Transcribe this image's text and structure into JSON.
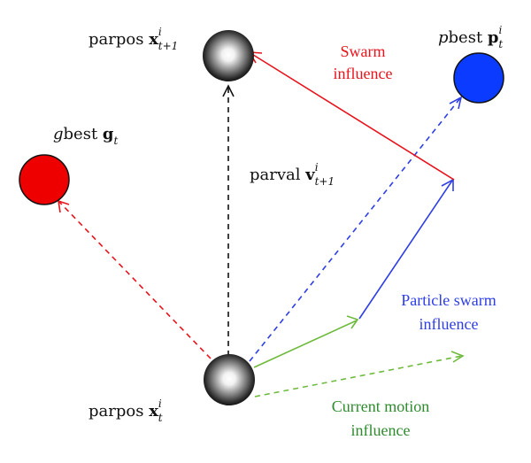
{
  "colors": {
    "black": "#111111",
    "red": "#e8131b",
    "blue": "#2e3ee6",
    "green": "#6dba3c",
    "green_text": "#2e8b2e",
    "gbest_fill": "#ee0000",
    "pbest_fill": "#0a3bff"
  },
  "labels": {
    "parpos_next": {
      "prefix": "parpos ",
      "vec": "x",
      "sup": "i",
      "sub": "t+1"
    },
    "pbest": {
      "italic": "p",
      "prefix": "best ",
      "vec": "p",
      "sup": "i",
      "sub": "t"
    },
    "gbest": {
      "italic": "g",
      "prefix": "best ",
      "vec": "g",
      "sub": "t"
    },
    "parval": {
      "prefix": "parval ",
      "vec": "v",
      "sup": "i",
      "sub": "t+1"
    },
    "parpos_now": {
      "prefix": "parpos ",
      "vec": "x",
      "sup": "i",
      "sub": "t"
    }
  },
  "captions": {
    "swarm_line1": "Swarm",
    "swarm_line2": "influence",
    "particle_line1": "Particle swarm",
    "particle_line2": "influence",
    "motion_line1": "Current motion",
    "motion_line2": "influence"
  },
  "icons": {
    "particle_current": "grey-sphere-icon",
    "particle_next": "grey-sphere-icon",
    "gbest": "red-circle-icon",
    "pbest": "blue-circle-icon"
  }
}
